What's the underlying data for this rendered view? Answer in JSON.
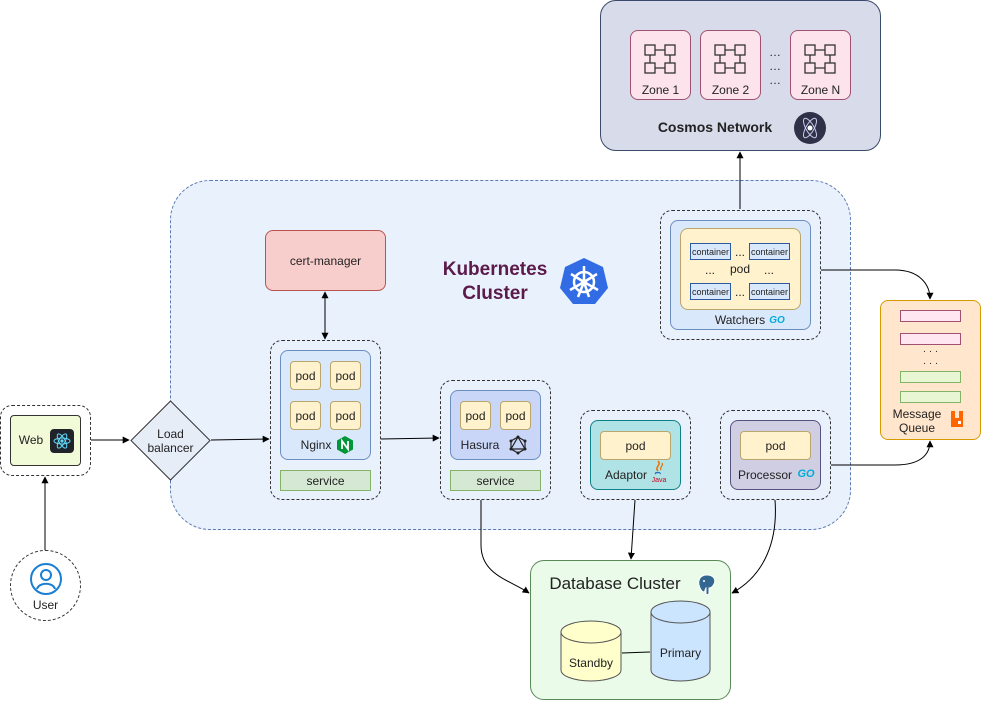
{
  "cosmos": {
    "title": "Cosmos Network",
    "zones": [
      "Zone 1",
      "Zone 2",
      "Zone N"
    ],
    "ellipsis": "…"
  },
  "k8s": {
    "title_line1": "Kubernetes",
    "title_line2": "Cluster"
  },
  "cert_manager": {
    "label": "cert-manager"
  },
  "web": {
    "label": "Web"
  },
  "user": {
    "label": "User"
  },
  "load_balancer": {
    "line1": "Load",
    "line2": "balancer"
  },
  "nginx": {
    "pod": "pod",
    "name": "Nginx",
    "service": "service"
  },
  "hasura": {
    "pod": "pod",
    "name": "Hasura",
    "service": "service"
  },
  "adaptor": {
    "pod": "pod",
    "name": "Adaptor"
  },
  "processor": {
    "pod": "pod",
    "name": "Processor"
  },
  "watchers": {
    "container": "container",
    "pod": "pod",
    "name": "Watchers",
    "ellipsis": "..."
  },
  "message_queue": {
    "line1": "Message",
    "line2": "Queue",
    "dots": "·  ·  ·"
  },
  "database": {
    "title": "Database Cluster",
    "standby": "Standby",
    "primary": "Primary"
  },
  "logos": {
    "go": "GO",
    "java": "Java"
  },
  "colors": {
    "k8s_blue": "#326ce5",
    "k8s_title": "#5c1a4a",
    "cluster_bg": "#e8f1fc",
    "cosmos_bg": "#d8dbea"
  }
}
